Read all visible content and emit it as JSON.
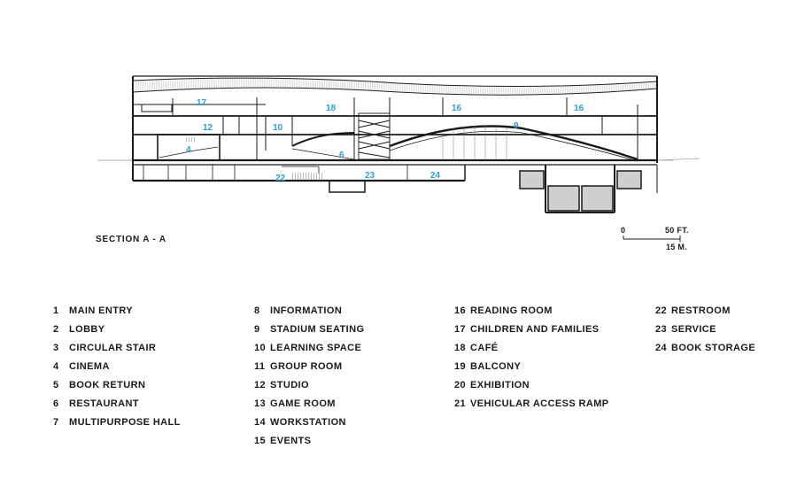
{
  "drawing": {
    "section_label": "SECTION A - A",
    "tags": [
      "17",
      "18",
      "16",
      "16",
      "12",
      "10",
      "9",
      "4",
      "6",
      "23",
      "22",
      "24"
    ],
    "scale": {
      "zero": "0",
      "feet": "50 FT.",
      "meters": "15 M."
    }
  },
  "legend": {
    "columns": [
      [
        {
          "num": "1",
          "label": "MAIN ENTRY"
        },
        {
          "num": "2",
          "label": "LOBBY"
        },
        {
          "num": "3",
          "label": "CIRCULAR STAIR"
        },
        {
          "num": "4",
          "label": "CINEMA"
        },
        {
          "num": "5",
          "label": "BOOK RETURN"
        },
        {
          "num": "6",
          "label": "RESTAURANT"
        },
        {
          "num": "7",
          "label": "MULTIPURPOSE HALL"
        }
      ],
      [
        {
          "num": "8",
          "label": "INFORMATION"
        },
        {
          "num": "9",
          "label": "STADIUM SEATING"
        },
        {
          "num": "10",
          "label": "LEARNING SPACE"
        },
        {
          "num": "11",
          "label": "GROUP ROOM"
        },
        {
          "num": "12",
          "label": "STUDIO"
        },
        {
          "num": "13",
          "label": "GAME ROOM"
        },
        {
          "num": "14",
          "label": "WORKSTATION"
        },
        {
          "num": "15",
          "label": "EVENTS"
        }
      ],
      [
        {
          "num": "16",
          "label": "READING ROOM"
        },
        {
          "num": "17",
          "label": "CHILDREN AND FAMILIES"
        },
        {
          "num": "18",
          "label": "CAFÉ"
        },
        {
          "num": "19",
          "label": "BALCONY"
        },
        {
          "num": "20",
          "label": "EXHIBITION"
        },
        {
          "num": "21",
          "label": "VEHICULAR ACCESS RAMP"
        }
      ],
      [
        {
          "num": "22",
          "label": "RESTROOM"
        },
        {
          "num": "23",
          "label": "SERVICE"
        },
        {
          "num": "24",
          "label": "BOOK STORAGE"
        }
      ]
    ]
  }
}
